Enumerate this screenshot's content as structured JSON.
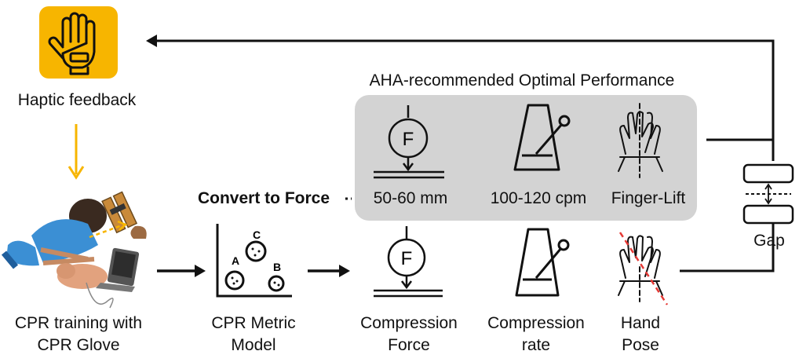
{
  "top_label": "AHA-recommended Optimal Performance",
  "haptic": {
    "label": "Haptic feedback"
  },
  "convert_label": "Convert to Force",
  "optimal": {
    "depth": "50-60 mm",
    "rate": "100-120 cpm",
    "pose": "Finger-Lift"
  },
  "pipeline": {
    "training_line1": "CPR training with",
    "training_line2": "CPR Glove",
    "model_line1": "CPR Metric",
    "model_line2": "Model",
    "force_line1": "Compression",
    "force_line2": "Force",
    "rate_line1": "Compression",
    "rate_line2": "rate",
    "pose_line1": "Hand",
    "pose_line2": "Pose"
  },
  "gap_label": "Gap",
  "icon_letters": {
    "force": "F",
    "cluster_a": "A",
    "cluster_b": "B",
    "cluster_c": "C"
  },
  "colors": {
    "haptic_box": "#f7b500",
    "arrow_orange": "#f7b500",
    "highlight_bg": "#d3d3d3",
    "pose_misalign": "#e53935"
  }
}
